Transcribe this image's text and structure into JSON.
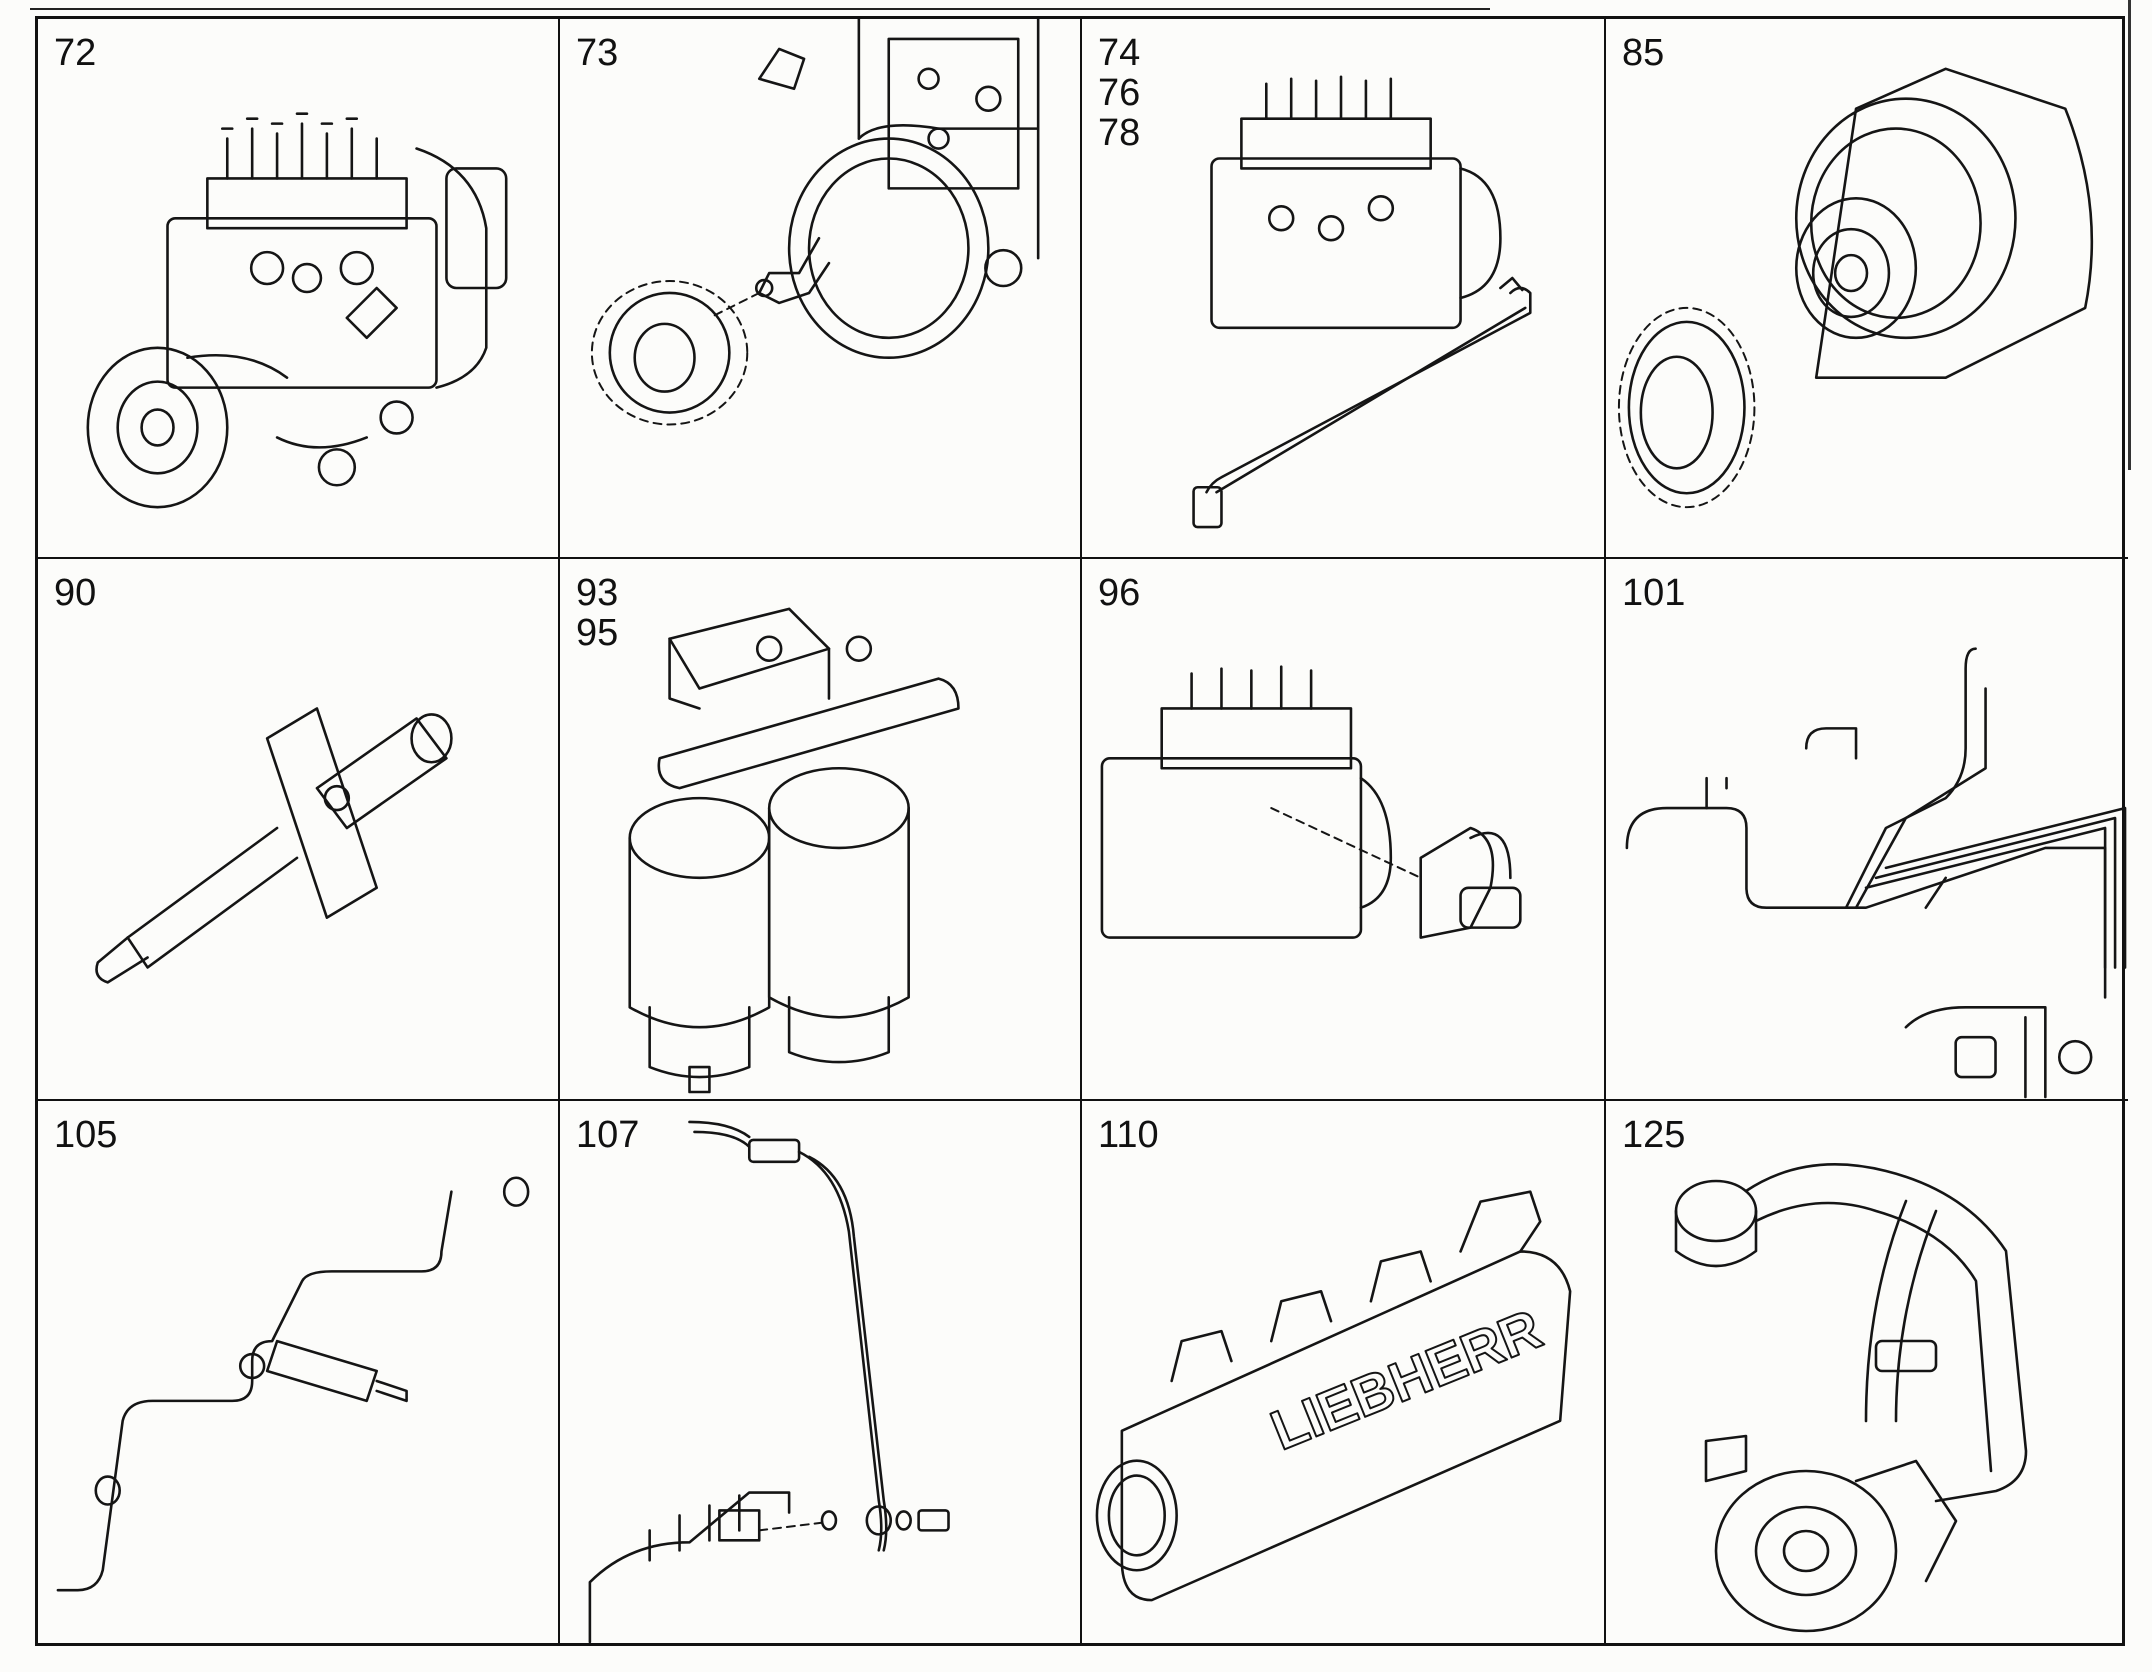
{
  "cells": [
    {
      "id": "c1",
      "labels": [
        "72"
      ],
      "icon": "injection-pump-icon"
    },
    {
      "id": "c2",
      "labels": [
        "73"
      ],
      "icon": "pump-drive-gear-icon"
    },
    {
      "id": "c3",
      "labels": [
        "74",
        "76",
        "78"
      ],
      "icon": "pump-with-line-icon"
    },
    {
      "id": "c4",
      "labels": [
        "85"
      ],
      "icon": "gear-hub-icon"
    },
    {
      "id": "c5",
      "labels": [
        "90"
      ],
      "icon": "injector-nozzle-icon"
    },
    {
      "id": "c6",
      "labels": [
        "93",
        "95"
      ],
      "icon": "double-fuel-filter-icon"
    },
    {
      "id": "c7",
      "labels": [
        "96"
      ],
      "icon": "pump-with-valve-icon"
    },
    {
      "id": "c8",
      "labels": [
        "101"
      ],
      "icon": "injection-lines-icon"
    },
    {
      "id": "c9",
      "labels": [
        "105"
      ],
      "icon": "injector-with-line-icon"
    },
    {
      "id": "c10",
      "labels": [
        "107"
      ],
      "icon": "return-line-icon"
    },
    {
      "id": "c11",
      "labels": [
        "110"
      ],
      "icon": "intake-manifold-icon",
      "emboss": "LIEBHERR"
    },
    {
      "id": "c12",
      "labels": [
        "125"
      ],
      "icon": "turbocharger-hose-icon"
    }
  ]
}
